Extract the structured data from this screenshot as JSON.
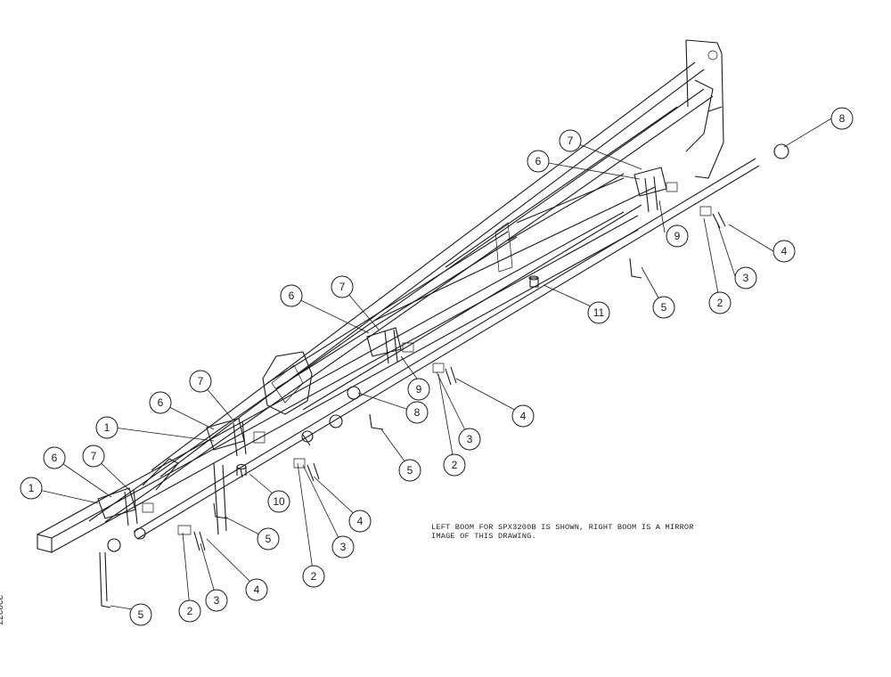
{
  "note": {
    "line1": "LEFT BOOM FOR SPX3200B IS SHOWN, RIGHT BOOM IS A MIRROR",
    "line2": "IMAGE OF THIS DRAWING."
  },
  "drawing_number": "320277",
  "callouts": [
    {
      "label": "8"
    },
    {
      "label": "7"
    },
    {
      "label": "6"
    },
    {
      "label": "9"
    },
    {
      "label": "4"
    },
    {
      "label": "3"
    },
    {
      "label": "2"
    },
    {
      "label": "5"
    },
    {
      "label": "11"
    },
    {
      "label": "6"
    },
    {
      "label": "7"
    },
    {
      "label": "9"
    },
    {
      "label": "8"
    },
    {
      "label": "4"
    },
    {
      "label": "3"
    },
    {
      "label": "2"
    },
    {
      "label": "5"
    },
    {
      "label": "7"
    },
    {
      "label": "6"
    },
    {
      "label": "1"
    },
    {
      "label": "10"
    },
    {
      "label": "4"
    },
    {
      "label": "3"
    },
    {
      "label": "2"
    },
    {
      "label": "5"
    },
    {
      "label": "6"
    },
    {
      "label": "7"
    },
    {
      "label": "1"
    },
    {
      "label": "5"
    },
    {
      "label": "2"
    },
    {
      "label": "3"
    },
    {
      "label": "4"
    }
  ]
}
